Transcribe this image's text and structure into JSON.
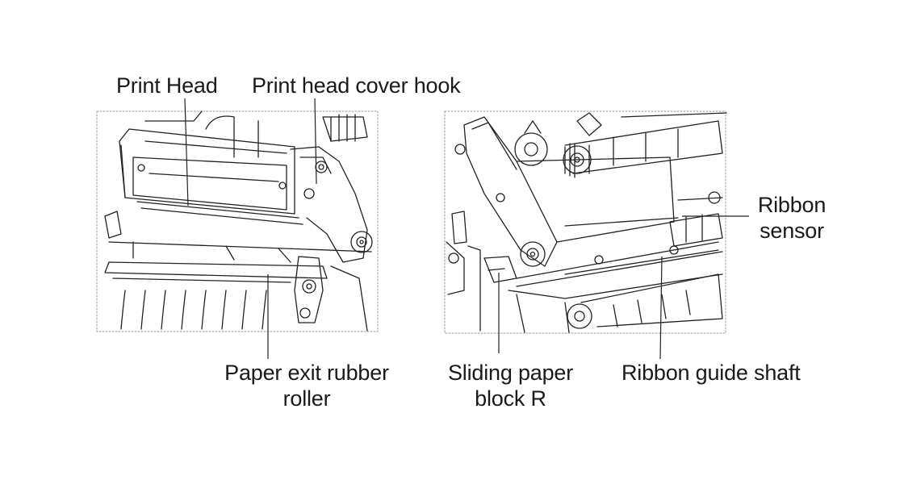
{
  "left_panel": {
    "callouts": {
      "print_head": "Print Head",
      "cover_hook": "Print head cover hook",
      "exit_roller_line1": "Paper exit rubber",
      "exit_roller_line2": "roller"
    }
  },
  "right_panel": {
    "callouts": {
      "ribbon_sensor_line1": "Ribbon",
      "ribbon_sensor_line2": "sensor",
      "sliding_block_line1": "Sliding paper",
      "sliding_block_line2": "block R",
      "guide_shaft": "Ribbon guide shaft"
    }
  }
}
